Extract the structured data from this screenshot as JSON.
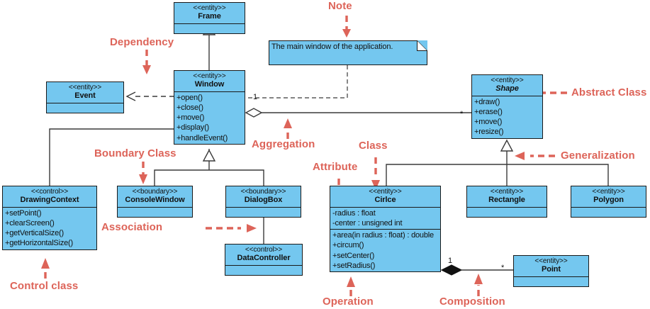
{
  "diagram": {
    "title": "UML Class Diagram",
    "background": "#ffffff",
    "class_fill": "#74c7ef",
    "class_border": "#1a1a1a",
    "annotation_color": "#dd6459"
  },
  "classes": [
    {
      "id": "frame",
      "stereotype": "<<entity>>",
      "name": "Frame",
      "abstract": false,
      "attributes": [],
      "operations": []
    },
    {
      "id": "window",
      "stereotype": "<<entity>>",
      "name": "Window",
      "abstract": false,
      "attributes": [],
      "operations": [
        "+open()",
        "+close()",
        "+move()",
        "+display()",
        "+handleEvent()"
      ]
    },
    {
      "id": "event",
      "stereotype": "<<entity>>",
      "name": "Event",
      "abstract": false,
      "attributes": [],
      "operations": []
    },
    {
      "id": "shape",
      "stereotype": "<<entity>>",
      "name": "Shape",
      "abstract": true,
      "attributes": [],
      "operations": [
        "+draw()",
        "+erase()",
        "+move()",
        "+resize()"
      ]
    },
    {
      "id": "drawingcontext",
      "stereotype": "<<control>>",
      "name": "DrawingContext",
      "abstract": false,
      "attributes": [],
      "operations": [
        "+setPoint()",
        "+clearScreen()",
        "+getVerticalSize()",
        "+getHorizontalSize()"
      ]
    },
    {
      "id": "consolewindow",
      "stereotype": "<<boundary>>",
      "name": "ConsoleWindow",
      "abstract": false,
      "attributes": [],
      "operations": []
    },
    {
      "id": "dialogbox",
      "stereotype": "<<boundary>>",
      "name": "DialogBox",
      "abstract": false,
      "attributes": [],
      "operations": []
    },
    {
      "id": "datacontroller",
      "stereotype": "<<control>>",
      "name": "DataController",
      "abstract": false,
      "attributes": [],
      "operations": []
    },
    {
      "id": "circle",
      "stereotype": "<<entity>>",
      "name": "Cirlce",
      "abstract": false,
      "attributes": [
        "-radius : float",
        "-center : unsigned int"
      ],
      "operations": [
        "+area(in radius : float) : double",
        "+circum()",
        "+setCenter()",
        "+setRadius()"
      ]
    },
    {
      "id": "rectangle",
      "stereotype": "<<entity>>",
      "name": "Rectangle",
      "abstract": false,
      "attributes": [],
      "operations": []
    },
    {
      "id": "polygon",
      "stereotype": "<<entity>>",
      "name": "Polygon",
      "abstract": false,
      "attributes": [],
      "operations": []
    },
    {
      "id": "point",
      "stereotype": "<<entity>>",
      "name": "Point",
      "abstract": false,
      "attributes": [],
      "operations": []
    }
  ],
  "note": {
    "text": "The main window of the application."
  },
  "multiplicities": [
    {
      "id": "window_one",
      "value": "1"
    },
    {
      "id": "shape_many",
      "value": "*"
    },
    {
      "id": "circle_one",
      "value": "1"
    },
    {
      "id": "point_many",
      "value": "*"
    }
  ],
  "annotations": [
    {
      "id": "note",
      "label": "Note"
    },
    {
      "id": "dependency",
      "label": "Dependency"
    },
    {
      "id": "abstract_class",
      "label": "Abstract Class"
    },
    {
      "id": "aggregation",
      "label": "Aggregation"
    },
    {
      "id": "boundary_class",
      "label": "Boundary Class"
    },
    {
      "id": "class",
      "label": "Class"
    },
    {
      "id": "attribute",
      "label": "Attribute"
    },
    {
      "id": "generalization",
      "label": "Generalization"
    },
    {
      "id": "association",
      "label": "Association"
    },
    {
      "id": "control_class",
      "label": "Control class"
    },
    {
      "id": "operation",
      "label": "Operation"
    },
    {
      "id": "composition",
      "label": "Composition"
    }
  ]
}
